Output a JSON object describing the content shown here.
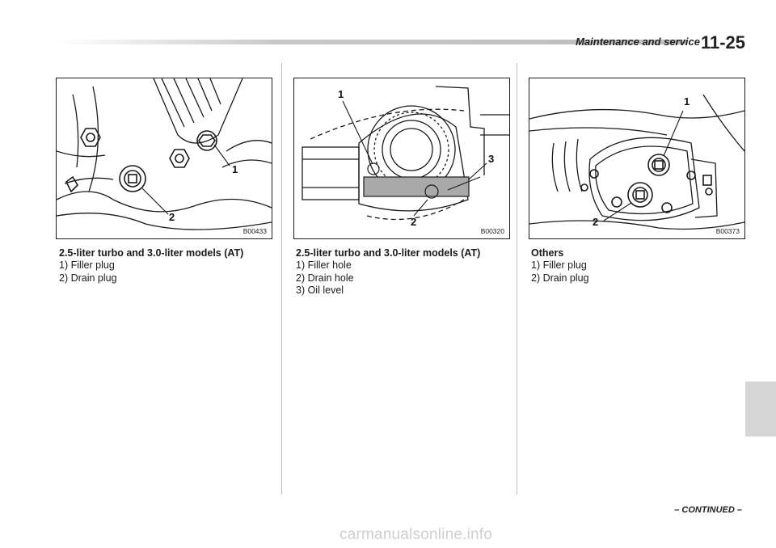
{
  "header": {
    "section_title": "Maintenance and service",
    "page_number": "11-25"
  },
  "figures": [
    {
      "code": "B00433",
      "callout_labels": [
        "1",
        "2"
      ],
      "caption_title": "2.5-liter turbo and 3.0-liter models (AT)",
      "items": [
        "1)  Filler plug",
        "2)  Drain plug"
      ]
    },
    {
      "code": "B00320",
      "callout_labels": [
        "1",
        "2",
        "3"
      ],
      "caption_title": "2.5-liter turbo and 3.0-liter models (AT)",
      "items": [
        "1)  Filler hole",
        "2)  Drain hole",
        "3)  Oil level"
      ]
    },
    {
      "code": "B00373",
      "callout_labels": [
        "1",
        "2"
      ],
      "caption_title": "Others",
      "items": [
        "1)  Filler plug",
        "2)  Drain plug"
      ]
    }
  ],
  "footer": {
    "continued": "– CONTINUED –"
  },
  "watermark": "carmanualsonline.info"
}
